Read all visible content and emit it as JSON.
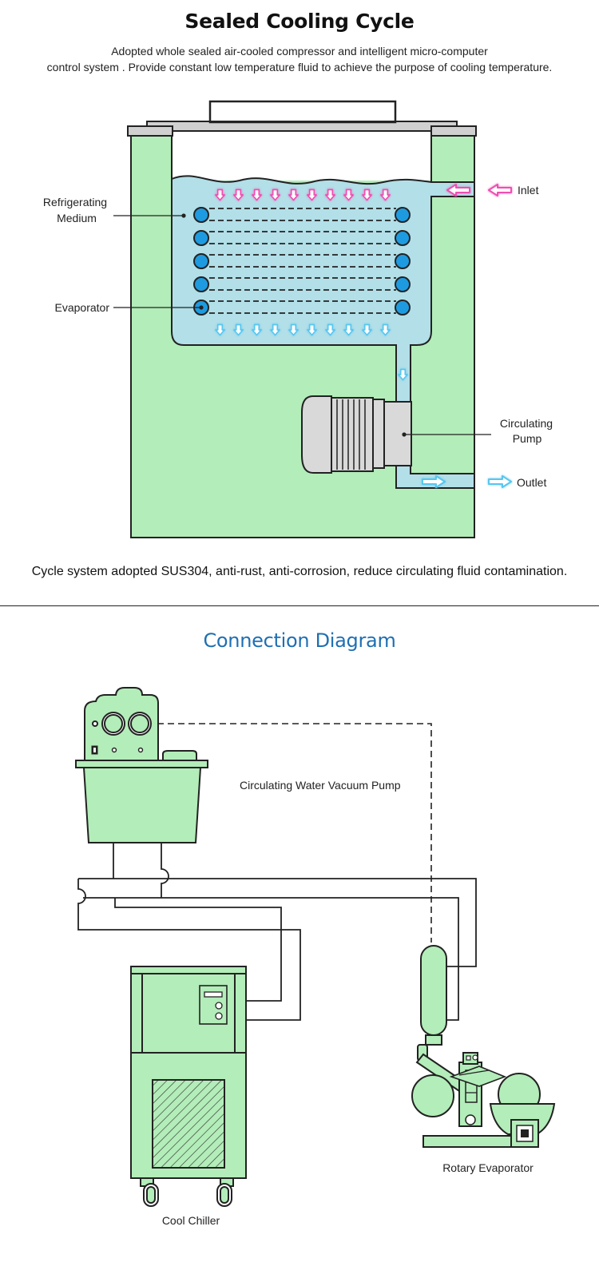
{
  "section1": {
    "title": "Sealed Cooling Cycle",
    "description_line1": "Adopted whole sealed air-cooled compressor and intelligent micro-computer",
    "description_line2": "control system . Provide constant low temperature fluid to achieve the purpose of cooling temperature.",
    "labels": {
      "refrigerating_medium_line1": "Refrigerating",
      "refrigerating_medium_line2": "Medium",
      "evaporator": "Evaporator",
      "inlet": "Inlet",
      "outlet": "Outlet",
      "circulating_pump_line1": "Circulating",
      "circulating_pump_line2": "Pump"
    },
    "caption": "Cycle system adopted SUS304, anti-rust, anti-corrosion, reduce circulating fluid contamination."
  },
  "section2": {
    "title": "Connection Diagram",
    "labels": {
      "vacuum_pump": "Circulating Water Vacuum Pump",
      "cool_chiller": "Cool Chiller",
      "rotary_evaporator": "Rotary Evaporator"
    }
  },
  "colors": {
    "tank_green": "#b3edb9",
    "fluid_blue": "#b2dfe8",
    "coil_blue": "#1e9be0",
    "hot_arrow": "#ee4fb2",
    "cold_arrow": "#58c6ef",
    "title_blue": "#1f6fb2"
  }
}
